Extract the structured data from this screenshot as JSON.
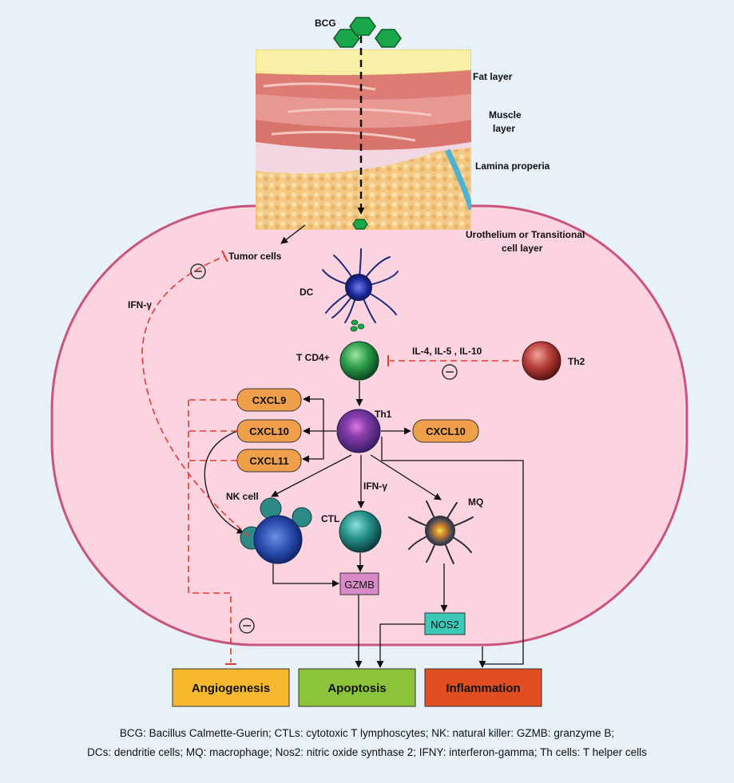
{
  "labels": {
    "bcg": "BCG",
    "fat_layer": "Fat layer",
    "muscle_layer_1": "Muscle",
    "muscle_layer_2": "layer",
    "lamina": "Lamina properia",
    "urothelium_1": "Urothelium or Transitional",
    "urothelium_2": "cell layer",
    "tumor_cells": "Tumor cells",
    "dc": "DC",
    "ifn_left": "IFN-γ",
    "t_cd4": "T CD4+",
    "il_cytokines": "IL-4, IL-5 , IL-10",
    "th2": "Th2",
    "th1": "Th1",
    "nk_cell": "NK cell",
    "ctl": "CTL",
    "ifn_center": "IFN-γ",
    "mq": "MQ",
    "inhibit_symbol": "⊖"
  },
  "chemokines": {
    "cxcl9": "CXCL9",
    "cxcl10_left": "CXCL10",
    "cxcl11": "CXCL11",
    "cxcl10_right": "CXCL10"
  },
  "effectors": {
    "gzmb": "GZMB",
    "nos2": "NOS2"
  },
  "outcomes": {
    "angiogenesis": "Angiogenesis",
    "apoptosis": "Apoptosis",
    "inflammation": "Inflammation"
  },
  "footnote": {
    "line1": "BCG: Bacillus Calmette-Guerin; CTLs: cytotoxic T lymphoscytes; NK: natural killer: GZMB: granzyme B;",
    "line2": "DCs: dendritie cells; MQ: macrophage; Nos2: nitric oxide synthase 2; IFNY: interferon-gamma; Th cells: T helper cells"
  },
  "colors": {
    "background": "#e8f1f8",
    "bladder_fill": "#fcd4df",
    "bladder_stroke": "#c8547e",
    "chemokine_fill": "#f0a04a",
    "gzmb_fill": "#d98ac8",
    "nos2_fill": "#3dc9b7",
    "angiogenesis_fill": "#f6b82e",
    "apoptosis_fill": "#8bc43a",
    "inflammation_fill": "#e04e22",
    "bcg_fill": "#1aa64b",
    "inhibition_red": "#e53935"
  }
}
